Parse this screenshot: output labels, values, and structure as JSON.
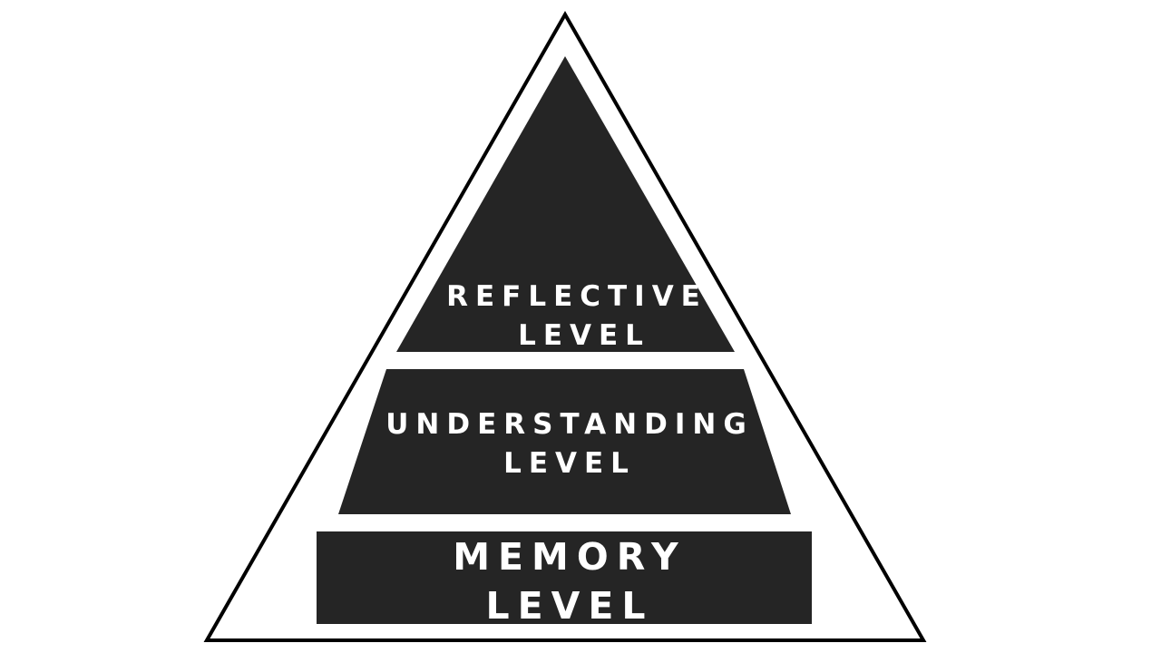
{
  "diagram": {
    "levels": {
      "reflective": {
        "line1": "REFLECTIVE",
        "line2": "LEVEL"
      },
      "understanding": {
        "line1": "UNDERSTANDING",
        "line2": "LEVEL"
      },
      "memory": {
        "line1": "MEMORY",
        "line2": "LEVEL"
      }
    },
    "colors": {
      "fill": "#252525",
      "outline": "#000000",
      "background": "#ffffff",
      "text": "#ffffff"
    }
  }
}
